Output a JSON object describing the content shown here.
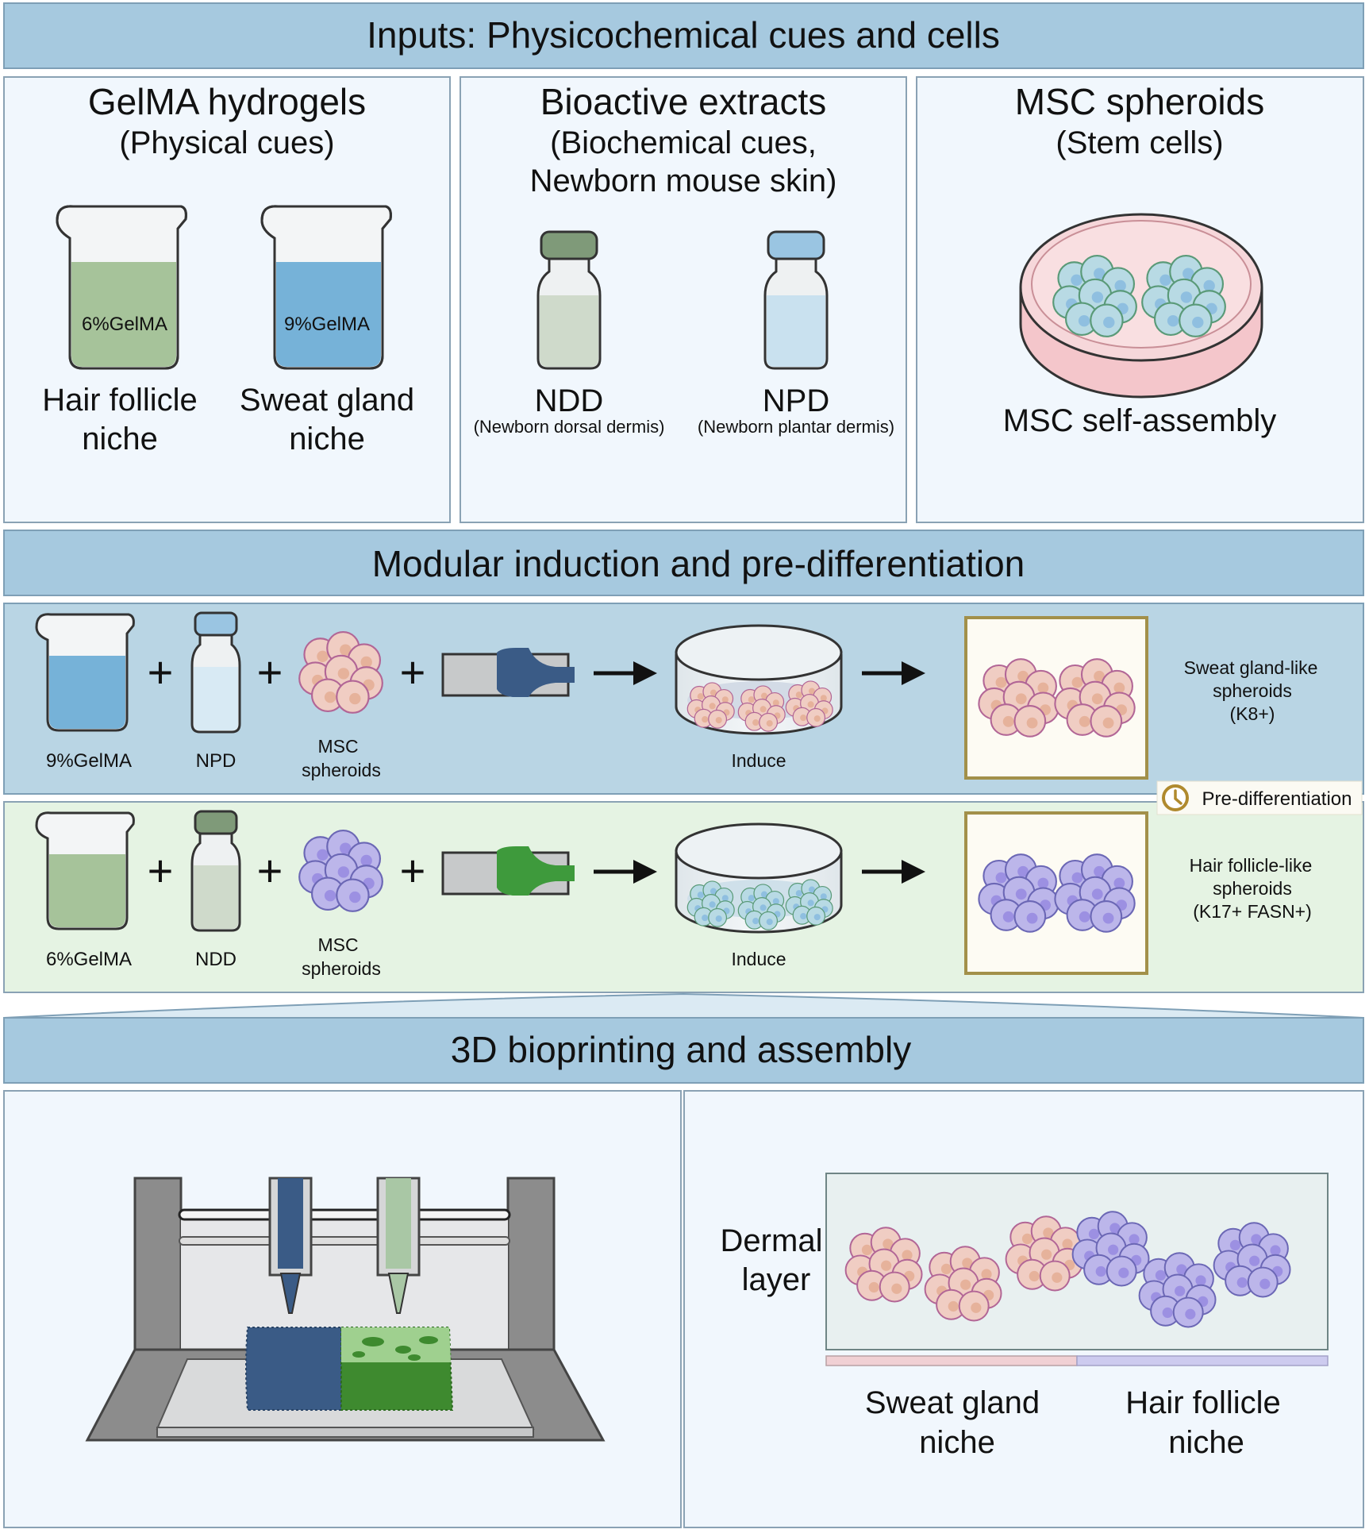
{
  "headers": {
    "inputs": "Inputs: Physicochemical cues and cells",
    "modular": "Modular induction and pre-differentiation",
    "bioprinting": "3D bioprinting and assembly"
  },
  "colors": {
    "header_bg": "#a6c9df",
    "panel_bg": "#f1f7fd",
    "sweat_row_bg": "#b9d5e4",
    "hair_row_bg": "#e5f3e3",
    "gel6": "#a6c39a",
    "gel9": "#76b2d8",
    "ndd_cap": "#7f9a79",
    "npd_cap": "#9ac5e2",
    "sweat_ink": "#3a5b86",
    "hair_ink": "#3e9a3c",
    "pink_cell": "#f0cdc3",
    "blue_cell": "#b8dae4",
    "purple_cell": "#bcb6ea"
  },
  "gelma": {
    "title": "GelMA hydrogels",
    "subtitle": "(Physical cues)",
    "beaker6_label": "6%GelMA",
    "beaker9_label": "9%GelMA",
    "hair_line1": "Hair follicle",
    "hair_line2": "niche",
    "sweat_line1": "Sweat gland",
    "sweat_line2": "niche"
  },
  "extracts": {
    "title": "Bioactive extracts",
    "subtitle1": "(Biochemical cues,",
    "subtitle2": "Newborn mouse skin)",
    "ndd": "NDD",
    "ndd_full": "(Newborn dorsal dermis)",
    "npd": "NPD",
    "npd_full": "(Newborn plantar dermis)"
  },
  "msc": {
    "title": "MSC spheroids",
    "subtitle": "(Stem cells)",
    "caption": "MSC self-assembly"
  },
  "row_sweat": {
    "gel": "9%GelMA",
    "extract": "NPD",
    "spheroids1": "MSC",
    "spheroids2": "spheroids",
    "induce": "Induce",
    "result1": "Sweat gland-like",
    "result2": "spheroids",
    "result3": "(K8+)"
  },
  "row_hair": {
    "gel": "6%GelMA",
    "extract": "NDD",
    "spheroids1": "MSC",
    "spheroids2": "spheroids",
    "induce": "Induce",
    "result1": "Hair follicle-like",
    "result2": "spheroids",
    "result3": "(K17+ FASN+)"
  },
  "symbols": {
    "plus": "+"
  },
  "prediff": "Pre-differentiation",
  "assembly": {
    "dermal1": "Dermal",
    "dermal2": "layer",
    "sweat1": "Sweat gland",
    "sweat2": "niche",
    "hair1": "Hair follicle",
    "hair2": "niche"
  }
}
